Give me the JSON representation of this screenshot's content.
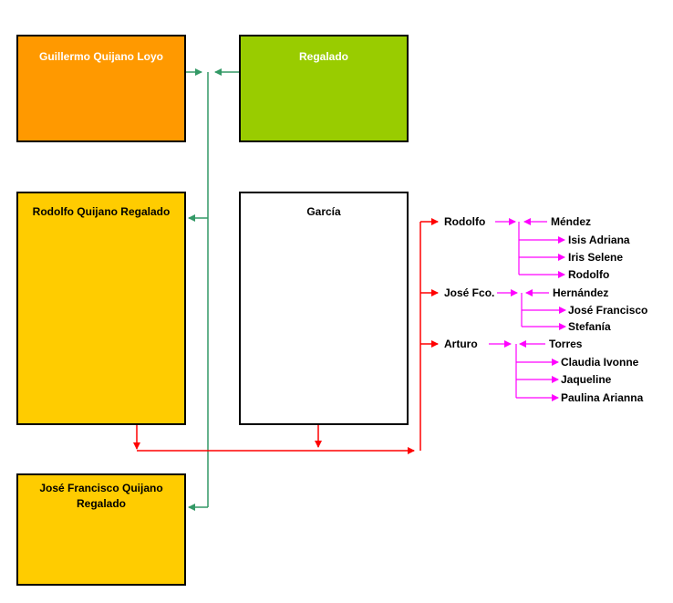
{
  "colors": {
    "orange": "#ff9900",
    "green": "#99cc00",
    "gold": "#ffcc00",
    "white": "#ffffff",
    "parent_link": "#339966",
    "family_link": "#ff0000",
    "child_link": "#ff00ff"
  },
  "boxes": {
    "father": "Guillermo Quijano Loyo",
    "mother": "Regalado",
    "child1": "Rodolfo Quijano Regalado",
    "spouse": "García",
    "child2": "José Francisco Quijano Regalado"
  },
  "families": [
    {
      "head": "Rodolfo",
      "spouse": "Méndez",
      "children": [
        "Isis Adriana",
        "Iris Selene",
        "Rodolfo"
      ]
    },
    {
      "head": "José Fco.",
      "spouse": "Hernández",
      "children": [
        "José Francisco",
        "Stefanía"
      ]
    },
    {
      "head": "Arturo",
      "spouse": "Torres",
      "children": [
        "Claudia Ivonne",
        "Jaqueline",
        "Paulina Arianna"
      ]
    }
  ]
}
